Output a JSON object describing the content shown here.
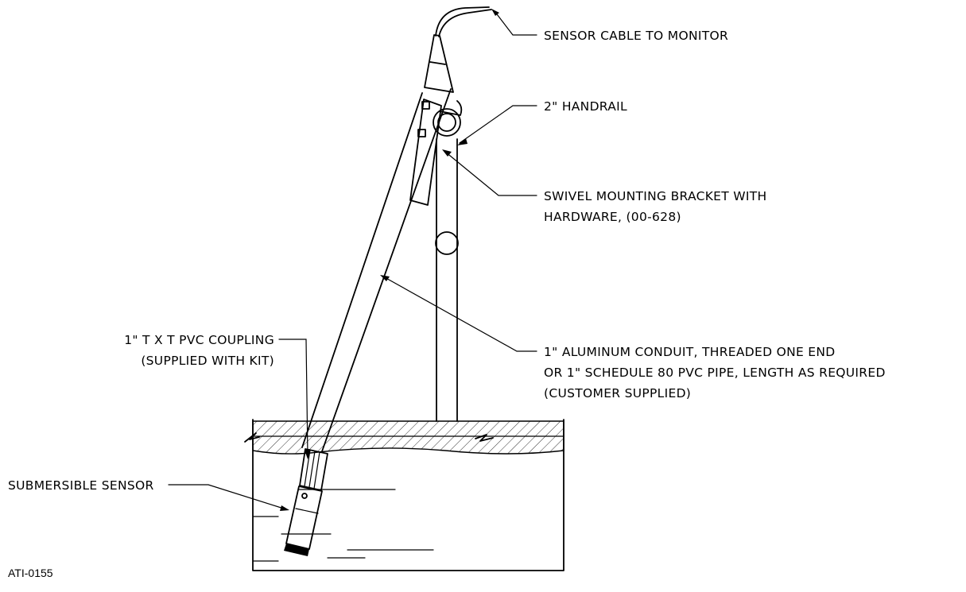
{
  "labels": {
    "sensor_cable": "SENSOR CABLE TO MONITOR",
    "handrail": "2\" HANDRAIL",
    "bracket_line1": "SWIVEL MOUNTING BRACKET WITH",
    "bracket_line2": "HARDWARE, (00-628)",
    "conduit_line1": "1\" ALUMINUM CONDUIT, THREADED ONE END",
    "conduit_line2": "OR 1\" SCHEDULE 80 PVC PIPE, LENGTH AS REQUIRED",
    "conduit_line3": "(CUSTOMER SUPPLIED)",
    "coupling_line1": "1\" T X T PVC COUPLING",
    "coupling_line2": "(SUPPLIED WITH KIT)",
    "sensor": "SUBMERSIBLE SENSOR"
  },
  "drawing_number": "ATI-0155"
}
